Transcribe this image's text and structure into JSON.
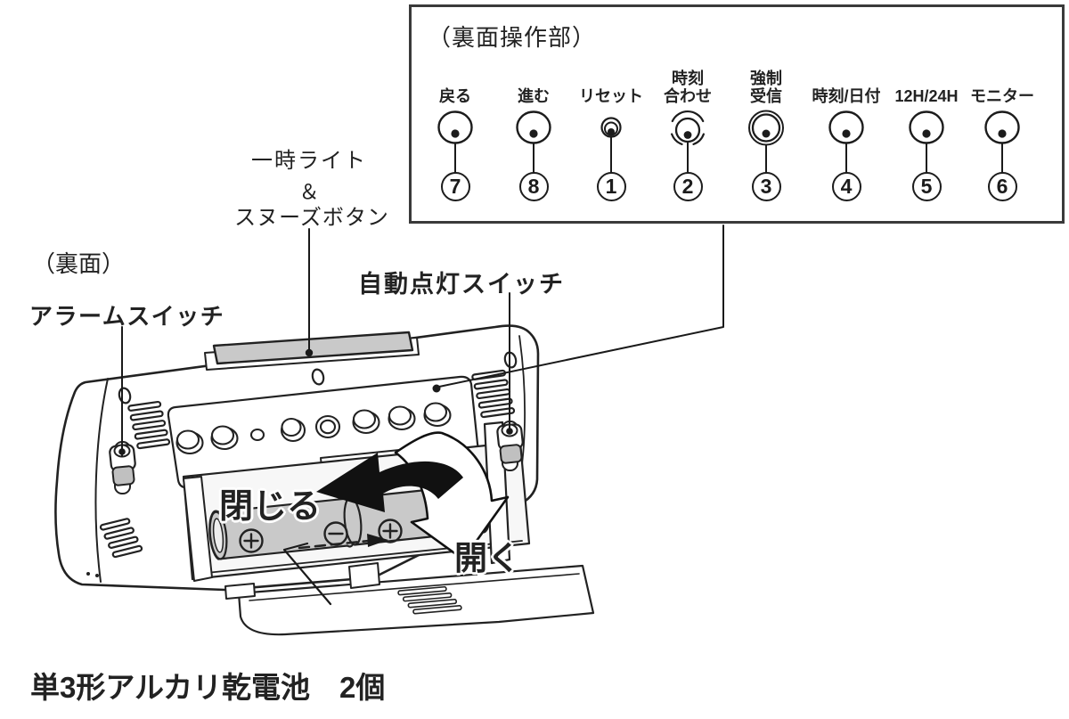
{
  "panel": {
    "title": "（裏面操作部）",
    "buttons": [
      {
        "label": "戻る",
        "number": "7",
        "type": "plain"
      },
      {
        "label": "進む",
        "number": "8",
        "type": "plain"
      },
      {
        "label": "リセット",
        "number": "1",
        "type": "reset"
      },
      {
        "label": "時刻\n合わせ",
        "number": "2",
        "type": "guard"
      },
      {
        "label": "強制\n受信",
        "number": "3",
        "type": "ring"
      },
      {
        "label": "時刻/日付",
        "number": "4",
        "type": "plain"
      },
      {
        "label": "12H/24H",
        "number": "5",
        "type": "plain"
      },
      {
        "label": "モニター",
        "number": "6",
        "type": "plain"
      }
    ]
  },
  "labels": {
    "back_side": "（裏面）",
    "temp_light_line1": "一時ライト",
    "temp_light_amp": "＆",
    "temp_light_line2": "スヌーズボタン",
    "alarm_switch": "アラームスイッチ",
    "auto_light_switch": "自動点灯スイッチ",
    "close": "閉じる",
    "open": "開く",
    "battery_caption": "単3形アルカリ乾電池　2個"
  },
  "colors": {
    "line": "#1a1a1a",
    "gray_fill": "#c9c9c9",
    "box_border": "#3a3a3a"
  }
}
